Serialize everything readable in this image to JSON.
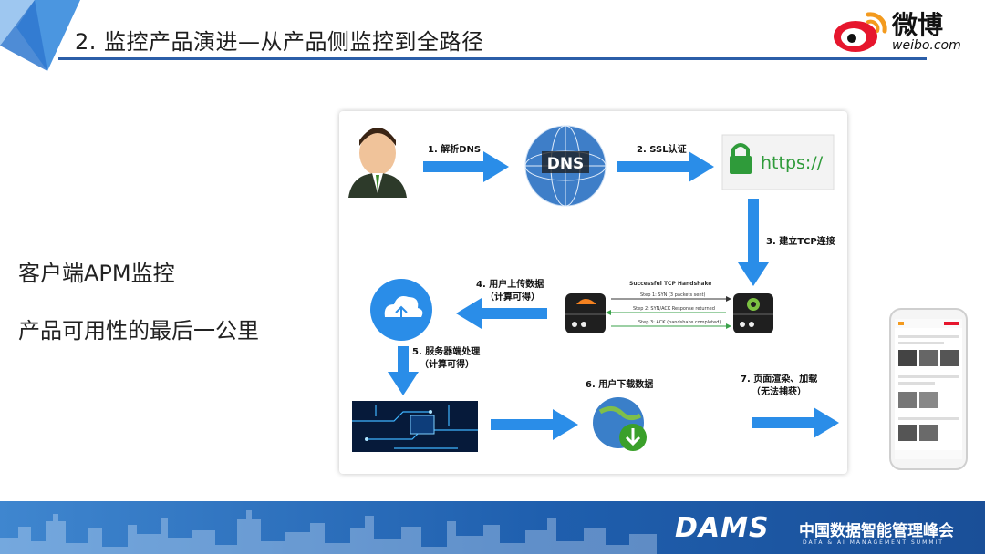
{
  "header": {
    "title": "2. 监控产品演进—从产品侧监控到全路径",
    "logo_name": "微博",
    "logo_url": "weibo.com"
  },
  "left": {
    "line1": "客户端APM监控",
    "line2": "产品可用性的最后一公里"
  },
  "diagram": {
    "step1": "1. 解析DNS",
    "step2": "2. SSL认证",
    "step3": "3. 建立TCP连接",
    "step4_a": "4. 用户上传数据",
    "step4_b": "（计算可得）",
    "step5_a": "5. 服务器端处理",
    "step5_b": "（计算可得）",
    "step6": "6. 用户下载数据",
    "step7_a": "7. 页面渲染、加载",
    "step7_b": "（无法捕获）",
    "https_text": "https://",
    "dns_text": "DNS",
    "handshake_title": "Successful TCP Handshake",
    "handshake_s1": "Step 1: SYN (3 packets sent)",
    "handshake_s2": "Step 2: SYN/ACK Response returned",
    "handshake_s3": "Step 3: ACK (handshake completed)"
  },
  "footer": {
    "brand": "DAMS",
    "summit_cn": "中国数据智能管理峰会",
    "summit_en": "DATA & AI MANAGEMENT SUMMIT"
  },
  "colors": {
    "arrow": "#2a8de8",
    "title_line": "#2b5ea8",
    "footer": "#2a6bbf",
    "lock_green": "#2f9b3a"
  }
}
